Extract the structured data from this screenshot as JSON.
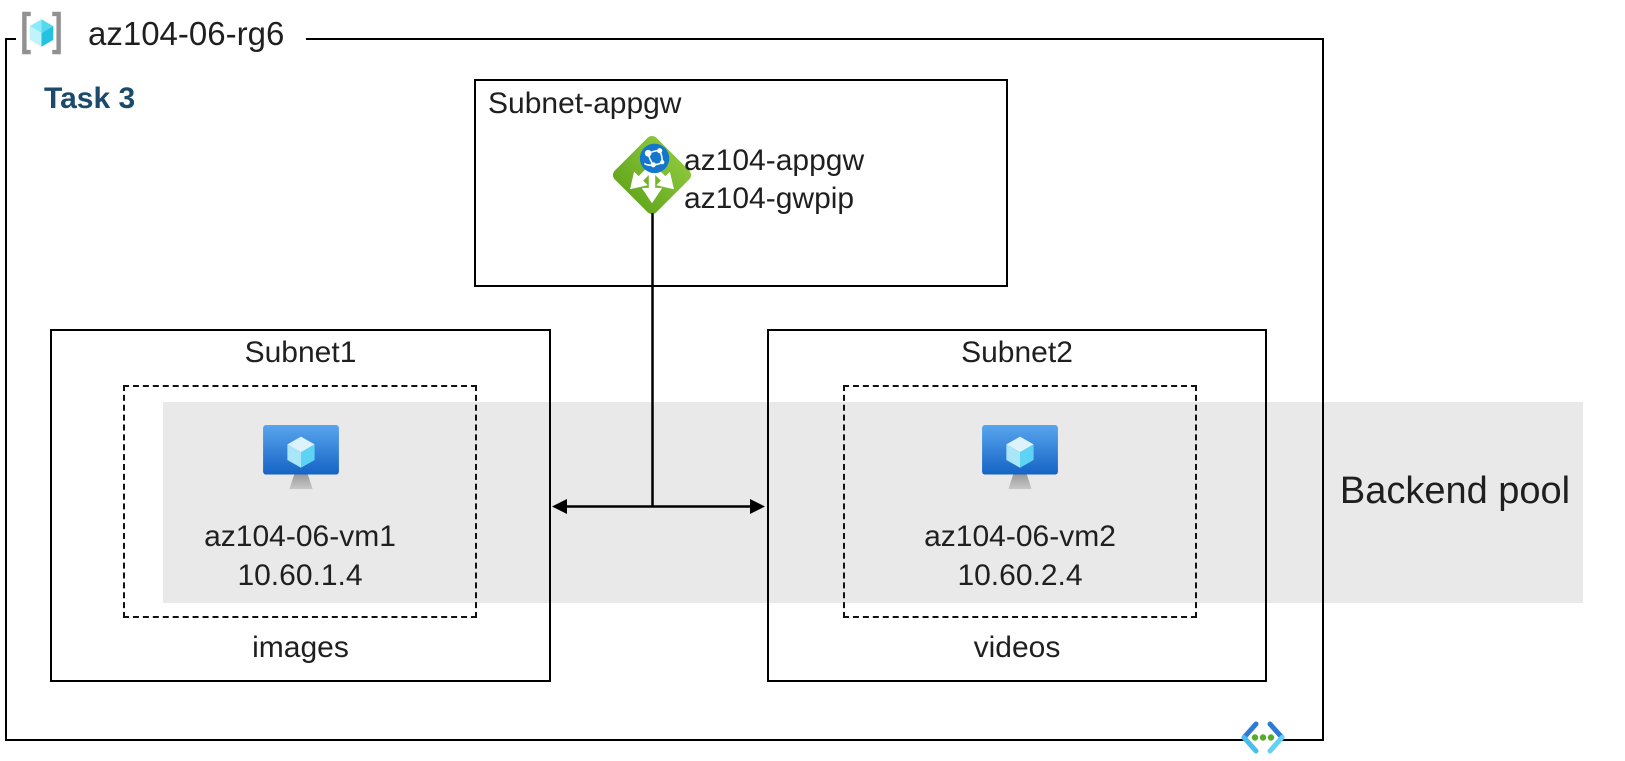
{
  "colors": {
    "text": "#1f1f1f",
    "line": "#000000",
    "task": "#1b4a6b",
    "band": "#e9e9e9",
    "appgw_green": "#76bc2d",
    "globe_blue": "#1477cc",
    "vm_screen_top": "#58a6ee",
    "vm_screen_bottom": "#1563c5",
    "cube_cyan": "#62d2f2",
    "bracket_gray": "#919191",
    "vnet_blue": "#2b7bd7",
    "vnet_cyan": "#57c3f0",
    "vnet_dot_green": "#57ab2e"
  },
  "resource_group": {
    "name": "az104-06-rg6"
  },
  "task": {
    "label": "Task 3"
  },
  "appgw_subnet": {
    "label": "Subnet-appgw",
    "gateway_name": "az104-appgw",
    "public_ip_name": "az104-gwpip"
  },
  "subnet1": {
    "label": "Subnet1",
    "vm_name": "az104-06-vm1",
    "vm_ip": "10.60.1.4",
    "caption": "images"
  },
  "subnet2": {
    "label": "Subnet2",
    "vm_name": "az104-06-vm2",
    "vm_ip": "10.60.2.4",
    "caption": "videos"
  },
  "backend_pool": {
    "label": "Backend pool"
  }
}
